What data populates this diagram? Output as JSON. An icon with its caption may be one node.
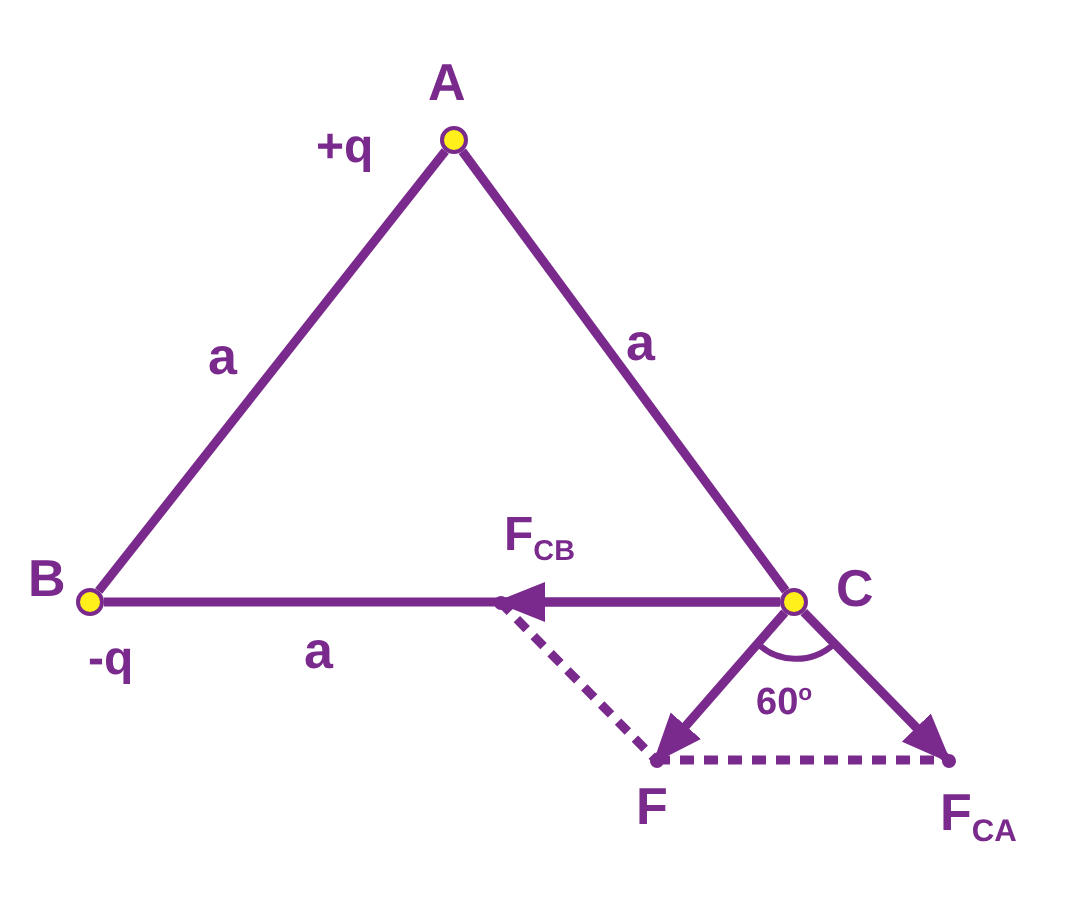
{
  "diagram": {
    "nodes": [
      {
        "text": [],
        "shape": "circle",
        "beside": [
          "A",
          "+q"
        ]
      },
      {
        "text": [],
        "shape": "circle",
        "beside": [
          "B",
          "-q"
        ]
      },
      {
        "text": [],
        "shape": "circle",
        "beside": [
          "C"
        ]
      },
      {
        "text": [],
        "shape": "point",
        "beside": [
          "F$_{CB}$"
        ]
      },
      {
        "text": [],
        "shape": "point",
        "beside": [
          "F"
        ]
      },
      {
        "text": [],
        "shape": "point",
        "beside": [
          "F$_{CA}$"
        ]
      }
    ],
    "edges": [
      {
        "from": 0,
        "to": 1,
        "arrow": "none"
      },
      {
        "from": 0,
        "to": 2,
        "arrow": "none"
      },
      {
        "from": 1,
        "to": 2,
        "arrow": "none"
      },
      {
        "from": 2,
        "to": 3,
        "arrow": "to"
      },
      {
        "from": 2,
        "to": 4,
        "arrow": "to"
      },
      {
        "from": 2,
        "to": 5,
        "arrow": "to"
      },
      {
        "from": 3,
        "to": 4,
        "arrow": "none",
        "style": "dashed"
      },
      {
        "from": 4,
        "to": 5,
        "arrow": "none",
        "style": "dashed"
      }
    ],
    "labels": [
      "a",
      "a",
      "a",
      "60$^{o}$"
    ]
  }
}
